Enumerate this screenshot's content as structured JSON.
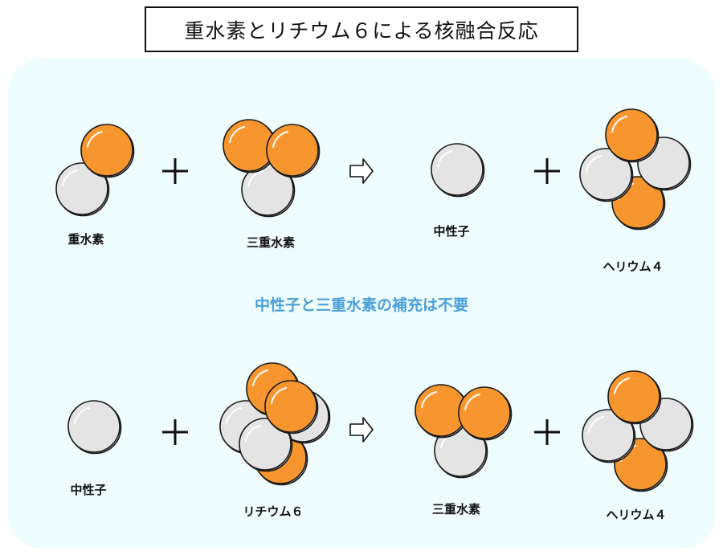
{
  "title": "重水素とリチウム６による核融合反応",
  "note": "中性子と三重水素の補充は不要",
  "colors": {
    "proton": "#f7962e",
    "neutron": "#e4e4e4",
    "outline": "#1a1a1a",
    "panel": "#eefcfd",
    "note": "#4a9fd8"
  },
  "reaction1": {
    "labels": [
      "重水素",
      "三重水素",
      "中性子",
      "ヘリウム４"
    ]
  },
  "reaction2": {
    "labels": [
      "中性子",
      "リチウム６",
      "三重水素",
      "ヘリウム４"
    ]
  }
}
